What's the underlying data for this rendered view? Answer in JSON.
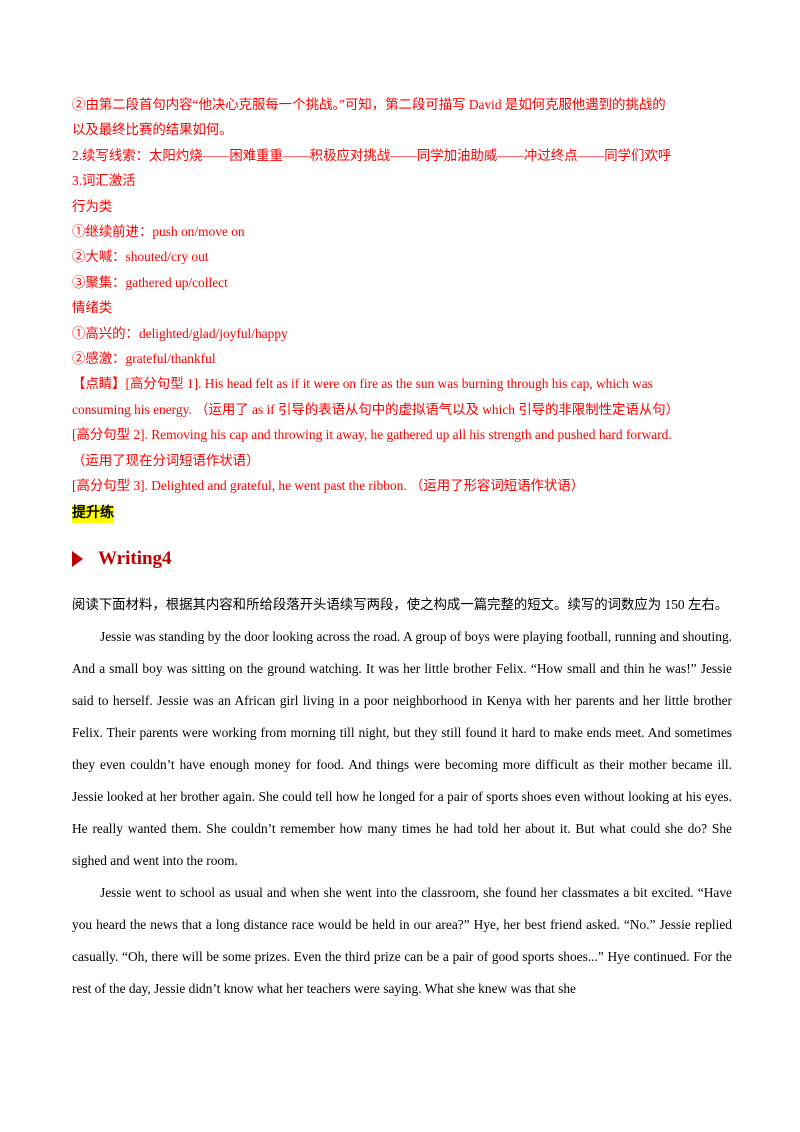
{
  "analysis": {
    "lines": [
      "②由第二段首句内容“他决心克服每一个挑战。”可知，第二段可描写 David 是如何克服他遇到的挑战的",
      "以及最终比赛的结果如何。",
      "2.续写线索：太阳灼烧——困难重重——积极应对挑战——同学加油助威——冲过终点——同学们欢呼",
      "3.词汇激活",
      "行为类",
      "①继续前进：push on/move on",
      "②大喊：shouted/cry out",
      "③聚集：gathered up/collect",
      "情绪类",
      "①高兴的：delighted/glad/joyful/happy",
      "②感激：grateful/thankful",
      "【点睛】[高分句型 1]. His head felt as if it were on fire as the sun was burning through his cap, which was",
      "consuming his energy.  （运用了 as if 引导的表语从句中的虚拟语气以及 which 引导的非限制性定语从句）",
      "[高分句型 2]. Removing his cap and throwing it away, he gathered up all his strength and pushed hard forward.",
      "（运用了现在分词短语作状语）",
      "[高分句型 3]. Delighted and grateful, he went past the ribbon.  （运用了形容词短语作状语）"
    ]
  },
  "section_label": "提升练",
  "writing": {
    "title": "Writing4",
    "instruction": "阅读下面材料，根据其内容和所给段落开头语续写两段，使之构成一篇完整的短文。续写的词数应为 150 左右。",
    "paragraphs": [
      "Jessie was standing by the door looking across the road. A group of boys were playing football, running and shouting. And a small boy was sitting on the ground watching. It was her little brother Felix. “How small and thin he was!” Jessie said to herself. Jessie was an African girl living in a poor neighborhood in Kenya with her parents and her little brother Felix. Their parents were working from morning till night, but they still found it hard to make ends meet. And sometimes they even couldn’t have enough money for food. And things were becoming more difficult as their mother became ill. Jessie looked at her brother again. She could tell how he longed for a pair of sports shoes even without looking at his eyes. He really wanted them. She couldn’t remember how many times he had told her about it. But what could she do? She sighed and went into the room.",
      "Jessie went to school as usual and when she went into the classroom, she found her classmates a bit excited. “Have you heard the news that a long distance race would be held in our area?” Hye, her best friend asked. “No.” Jessie replied casually. “Oh, there will be some prizes. Even the third prize can be a pair of good sports shoes...” Hye continued. For the rest of the day, Jessie didn’t know what her teachers were saying. What she knew was that she"
    ]
  },
  "colors": {
    "analysis_text": "#ff0000",
    "heading": "#c00000",
    "highlight": "#ffff00"
  },
  "icons": {
    "writing_bullet": "triangle-arrow-icon"
  }
}
